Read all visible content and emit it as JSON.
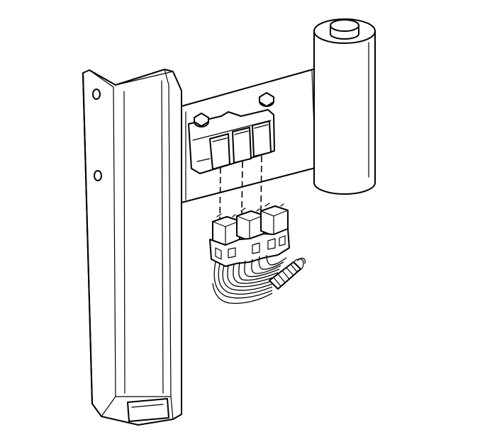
{
  "diagram": {
    "kind": "exploded-assembly-line-drawing",
    "labels": [],
    "parts": [
      {
        "name": "frame-rail",
        "icon": "channel-rail"
      },
      {
        "name": "mounting-bracket",
        "icon": "plate"
      },
      {
        "name": "cylinder-reservoir",
        "icon": "cylinder"
      },
      {
        "name": "relay-center-housing",
        "icon": "relay-block"
      },
      {
        "name": "relay",
        "count": 3,
        "icon": "relay"
      },
      {
        "name": "mounting-bolt",
        "count": 2,
        "icon": "bolt"
      },
      {
        "name": "wiring-harness",
        "icon": "wires"
      }
    ]
  }
}
